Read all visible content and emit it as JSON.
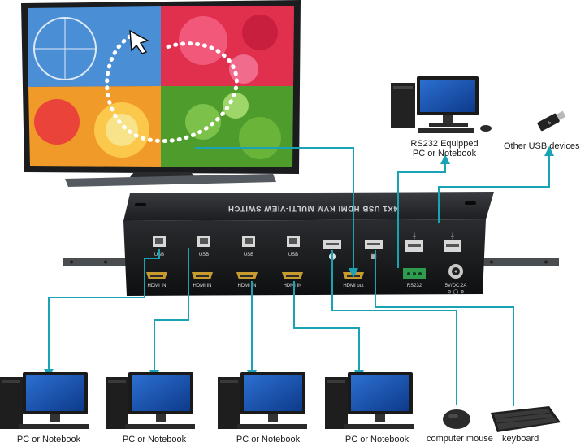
{
  "device": {
    "title": "4X1 USB HDMI KVM MULTI-VIEW SWITCH",
    "port_labels": {
      "usb": "USB",
      "hdmi_in": "HDMI IN",
      "hdmi_out": "HDMI out",
      "rs232": "RS232",
      "power": "5V/DC.2A"
    }
  },
  "labels": {
    "rs232_pc_line1": "RS232 Equipped",
    "rs232_pc_line2": "PC or Notebook",
    "other_usb": "Other USB devices",
    "pc_1": "PC or Notebook",
    "pc_2": "PC or Notebook",
    "pc_3": "PC or Notebook",
    "pc_4": "PC or Notebook",
    "mouse": "computer mouse",
    "keyboard": "keyboard"
  },
  "colors": {
    "cable": "#1aa3b5",
    "device_body": "#17181a",
    "bracket": "#4a4d50"
  }
}
